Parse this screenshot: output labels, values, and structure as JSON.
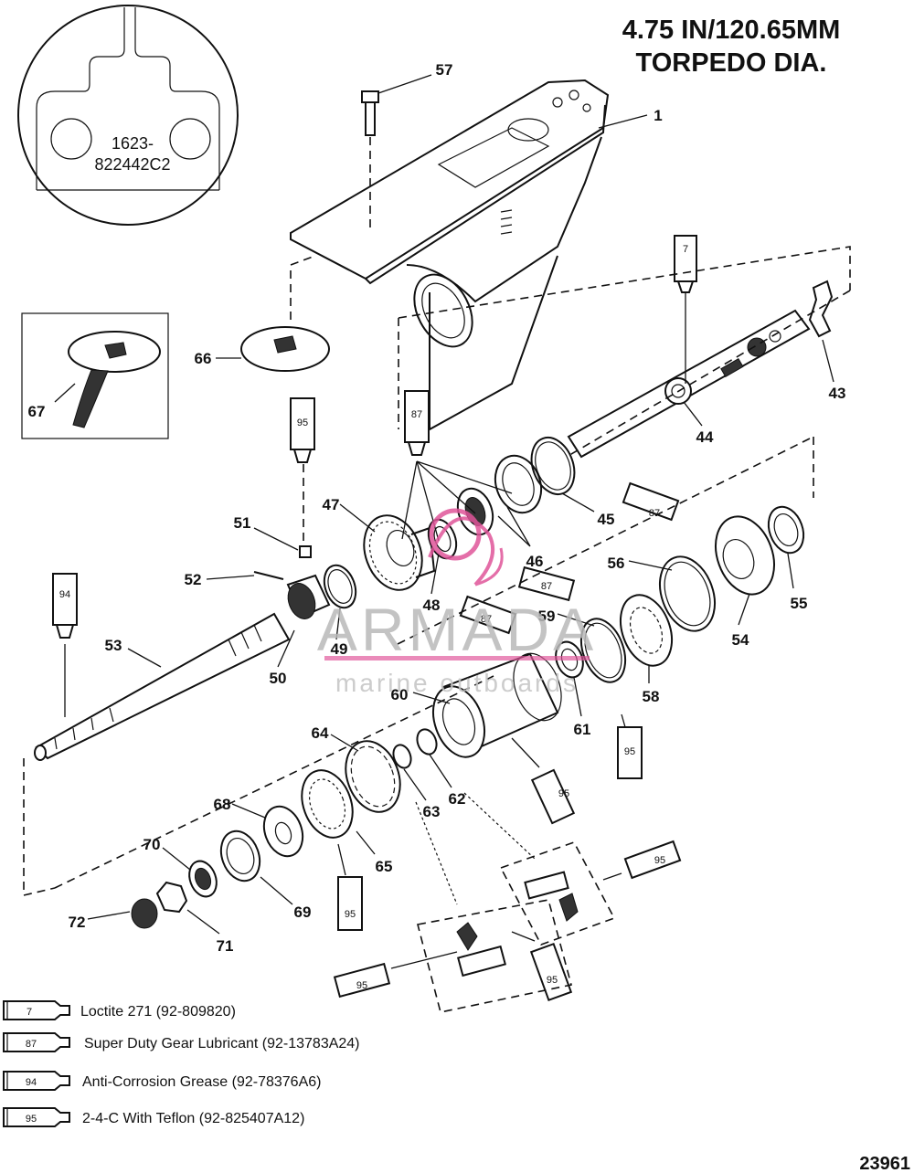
{
  "title": {
    "line1": "4.75 IN/120.65MM",
    "line2": "TORPEDO DIA."
  },
  "inset": {
    "part_line1": "1623-",
    "part_line2": "822442C2"
  },
  "watermark": {
    "brand": "ARMADA",
    "tagline": "marine outboards",
    "accent": "#e0559a"
  },
  "reference_number": "23961",
  "callouts": [
    "1",
    "43",
    "44",
    "45",
    "46",
    "47",
    "48",
    "49",
    "50",
    "51",
    "52",
    "53",
    "54",
    "55",
    "56",
    "57",
    "58",
    "59",
    "60",
    "61",
    "62",
    "63",
    "64",
    "65",
    "66",
    "67",
    "68",
    "69",
    "70",
    "71",
    "72"
  ],
  "tubes": {
    "t7": "7",
    "t87": "87",
    "t94": "94",
    "t95": "95"
  },
  "legend": [
    {
      "code": "7",
      "text": "Loctite 271 (92-809820)"
    },
    {
      "code": "87",
      "text": "Super Duty Gear Lubricant (92-13783A24)"
    },
    {
      "code": "94",
      "text": "Anti-Corrosion Grease (92-78376A6)"
    },
    {
      "code": "95",
      "text": "2-4-C  With Teflon (92-825407A12)"
    }
  ]
}
